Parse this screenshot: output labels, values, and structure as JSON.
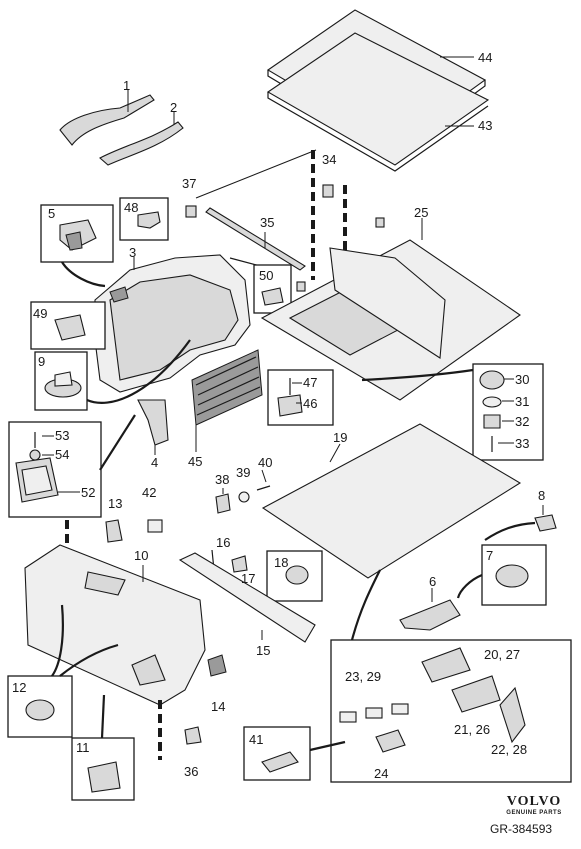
{
  "labels": {
    "p1": "1",
    "p2": "2",
    "p3": "3",
    "p4": "4",
    "p5": "5",
    "p6": "6",
    "p7": "7",
    "p8": "8",
    "p9": "9",
    "p10": "10",
    "p11": "11",
    "p12": "12",
    "p13": "13",
    "p14": "14",
    "p15": "15",
    "p16": "16",
    "p17": "17",
    "p18": "18",
    "p19": "19",
    "p20_27": "20, 27",
    "p21_26": "21, 26",
    "p22_28": "22, 28",
    "p23_29": "23, 29",
    "p24": "24",
    "p25": "25",
    "p30": "30",
    "p31": "31",
    "p32": "32",
    "p33": "33",
    "p34": "34",
    "p35": "35",
    "p36": "36",
    "p37": "37",
    "p38": "38",
    "p39": "39",
    "p40": "40",
    "p41": "41",
    "p42": "42",
    "p43": "43",
    "p44": "44",
    "p45": "45",
    "p46": "46",
    "p47": "47",
    "p48": "48",
    "p49": "49",
    "p50": "50",
    "p52": "52",
    "p53": "53",
    "p54": "54"
  },
  "footer": {
    "brand": "VOLVO",
    "brand_sub": "GENUINE PARTS",
    "reference": "GR-384593"
  }
}
